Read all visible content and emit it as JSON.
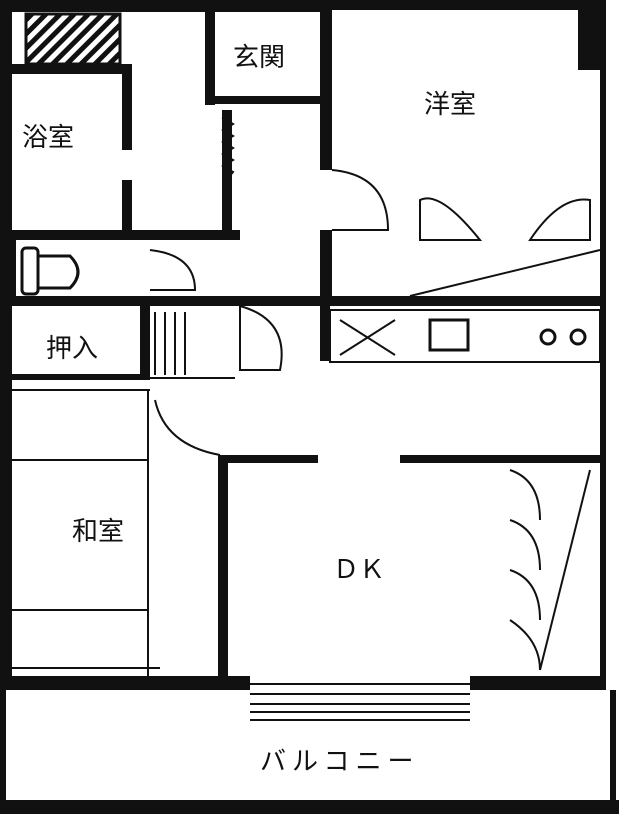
{
  "plan": {
    "rooms": {
      "entrance": "玄関",
      "western_room": "洋室",
      "bathroom": "浴室",
      "closet": "押入",
      "japanese_room": "和室",
      "dining_kitchen": "ＤＫ",
      "balcony": "バルコニー"
    }
  }
}
